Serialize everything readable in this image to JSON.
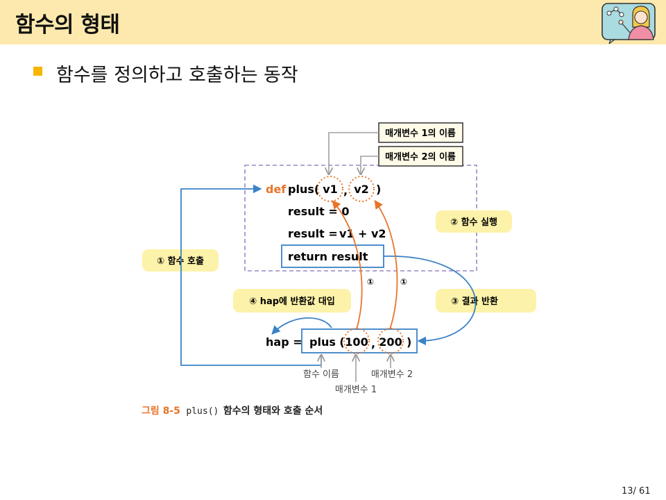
{
  "header": {
    "title": "함수의 형태"
  },
  "bullet": {
    "text": "함수를 정의하고 호출하는 동작"
  },
  "diagram": {
    "code": {
      "def_kw": "def",
      "plus_open": "plus(",
      "v1": "v1",
      "comma": ",",
      "v2": "v2",
      "close": ")",
      "line2": "result = 0",
      "line3a": "result =",
      "line3b": "v1",
      "line3c": "+",
      "line3d": "v2",
      "line4": "return result"
    },
    "call": {
      "hap": "hap =",
      "plus": "plus (",
      "arg1": "100",
      "comma": ",",
      "arg2": "200",
      "close": ")"
    },
    "tags": {
      "param1": "매개변수 1의 이름",
      "param2": "매개변수 2의 이름"
    },
    "notes": {
      "call_fn": "① 함수 호출",
      "exec_fn": "② 함수 실행",
      "return": "③ 결과 반환",
      "assign": "④ hap에 반환값 대입"
    },
    "markers": {
      "m1": "①",
      "m2": "①"
    },
    "labels": {
      "fn_name": "함수 이름",
      "arg1": "매개변수 1",
      "arg2": "매개변수 2"
    }
  },
  "caption": {
    "label": "그림 8-5",
    "code": "plus()",
    "text": "함수의 형태와 호출 순서"
  },
  "page": {
    "number": "13/ 61"
  },
  "colors": {
    "header_bg": "#fde9ad",
    "bullet": "#f7b500",
    "note_bg": "#fdf2a9",
    "blue": "#3b82c6",
    "orange": "#e8742a",
    "gray": "#a0a0a0",
    "dashed": "#9a86c8"
  }
}
